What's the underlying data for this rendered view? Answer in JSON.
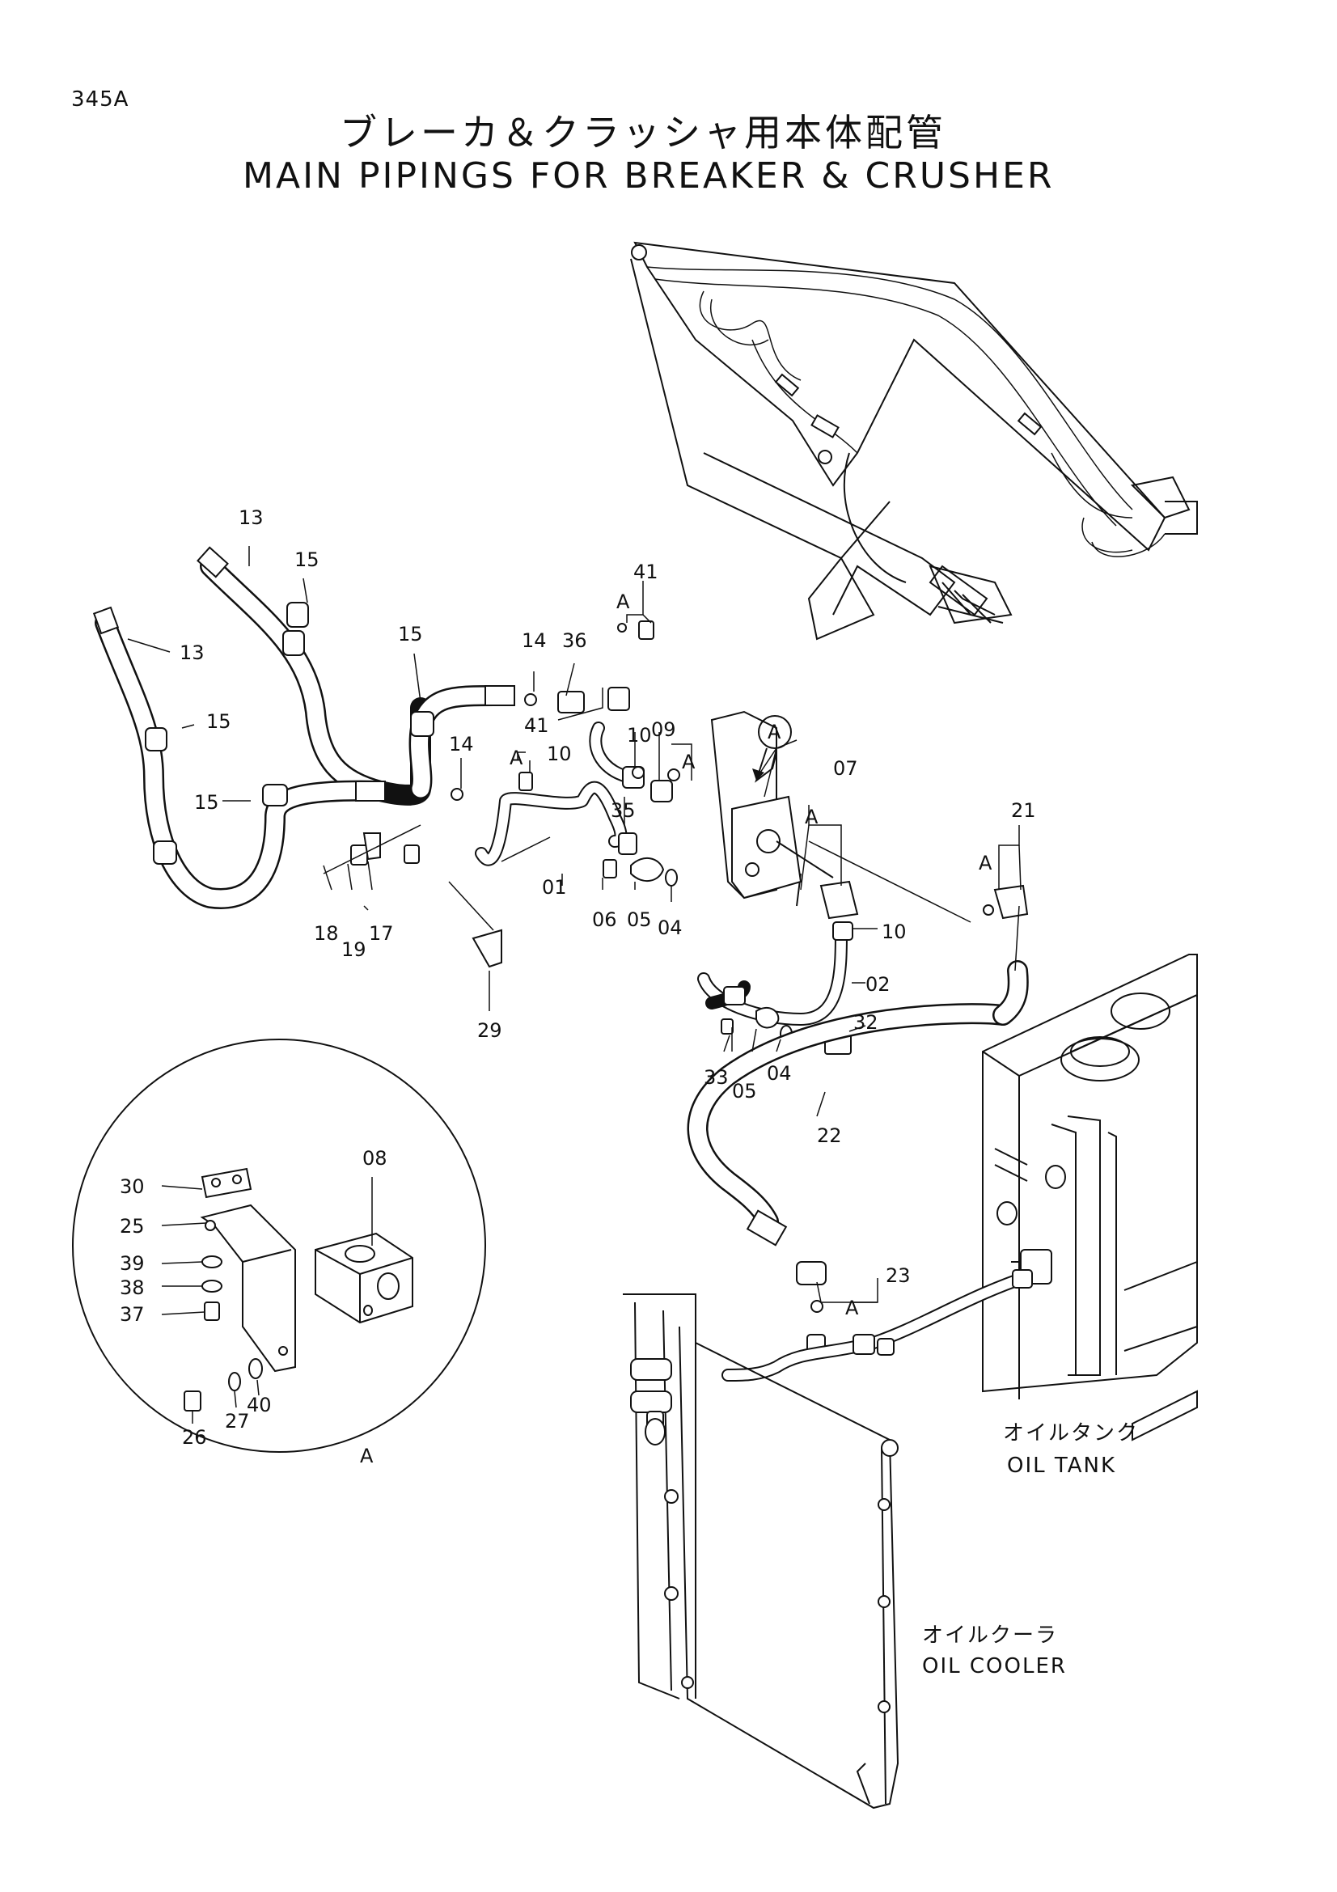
{
  "page_code": "345A",
  "title_ja": "ブレーカ＆クラッシャ用本体配管",
  "title_en": "MAIN PIPINGS FOR BREAKER & CRUSHER",
  "detail_ref": "A",
  "callouts": {
    "c01": "01",
    "c02": "02",
    "c04a": "04",
    "c04b": "04",
    "c05a": "05",
    "c05b": "05",
    "c06": "06",
    "c07": "07",
    "c08": "08",
    "c09": "09",
    "c10a": "10",
    "c10b": "10",
    "c10c": "10",
    "c13a": "13",
    "c13b": "13",
    "c14a": "14",
    "c14b": "14",
    "c15a": "15",
    "c15b": "15",
    "c15c": "15",
    "c15d": "15",
    "c17": "17",
    "c18": "18",
    "c19": "19",
    "c21": "21",
    "c22": "22",
    "c23": "23",
    "c25": "25",
    "c26": "26",
    "c27": "27",
    "c29": "29",
    "c30": "30",
    "c32": "32",
    "c33": "33",
    "c35": "35",
    "c36": "36",
    "c37": "37",
    "c38": "38",
    "c39": "39",
    "c40": "40",
    "c41a": "41",
    "c41b": "41",
    "a1": "A",
    "a2": "A",
    "a3": "A",
    "a4": "A",
    "a5": "A",
    "a6": "A",
    "a7": "A",
    "a8": "A"
  },
  "labels": {
    "oil_tank_ja": "オイルタンク",
    "oil_tank_en": "OIL TANK",
    "oil_cooler_ja": "オイルクーラ",
    "oil_cooler_en": "OIL COOLER"
  }
}
